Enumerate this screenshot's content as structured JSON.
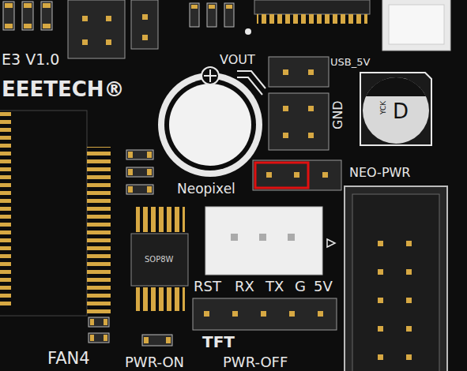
{
  "diagram": {
    "labels": [
      "E3 V1.0",
      "EEETECH®",
      "VOUT",
      "USB_5V",
      "GND",
      "YCK",
      "D",
      "Neopixel",
      "NEO-PWR",
      "SOP8W",
      "RST",
      "RX",
      "TX",
      "G",
      "5V",
      "TFT",
      "FAN4",
      "PWR-ON",
      "PWR-OFF"
    ]
  }
}
